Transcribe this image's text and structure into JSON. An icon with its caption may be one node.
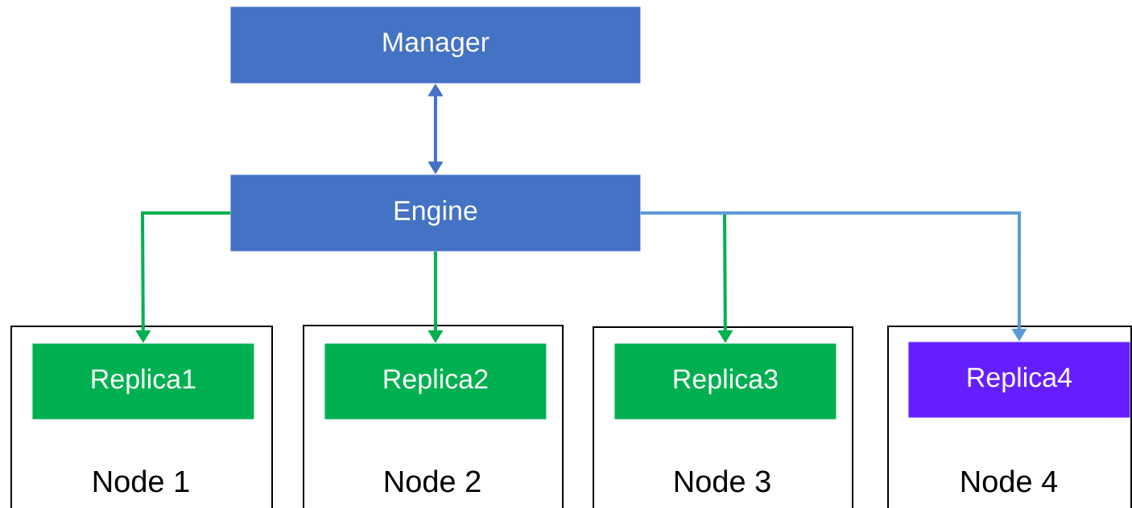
{
  "diagram": {
    "nodes": [
      {
        "text": [
          "Manager"
        ]
      },
      {
        "text": [
          "Engine"
        ]
      },
      {
        "text": [
          "Node 1"
        ]
      },
      {
        "text": [
          "Replica1"
        ],
        "in": 2
      },
      {
        "text": [
          "Node 2"
        ]
      },
      {
        "text": [
          "Replica2"
        ],
        "in": 4
      },
      {
        "text": [
          "Node 3"
        ]
      },
      {
        "text": [
          "Replica3"
        ],
        "in": 6
      },
      {
        "text": [
          "Node 4"
        ]
      },
      {
        "text": [
          "Replica4"
        ],
        "in": 8
      }
    ],
    "edges": [
      {
        "from": 0,
        "to": 1,
        "arrow": "both",
        "color": "#4472c4"
      },
      {
        "from": 1,
        "to": 3,
        "arrow": "to"
      },
      {
        "from": 1,
        "to": 5,
        "arrow": "to"
      },
      {
        "from": 1,
        "to": 7,
        "arrow": "to"
      },
      {
        "from": 1,
        "to": 9,
        "arrow": "to",
        "color": "#5b9bd5"
      }
    ]
  }
}
